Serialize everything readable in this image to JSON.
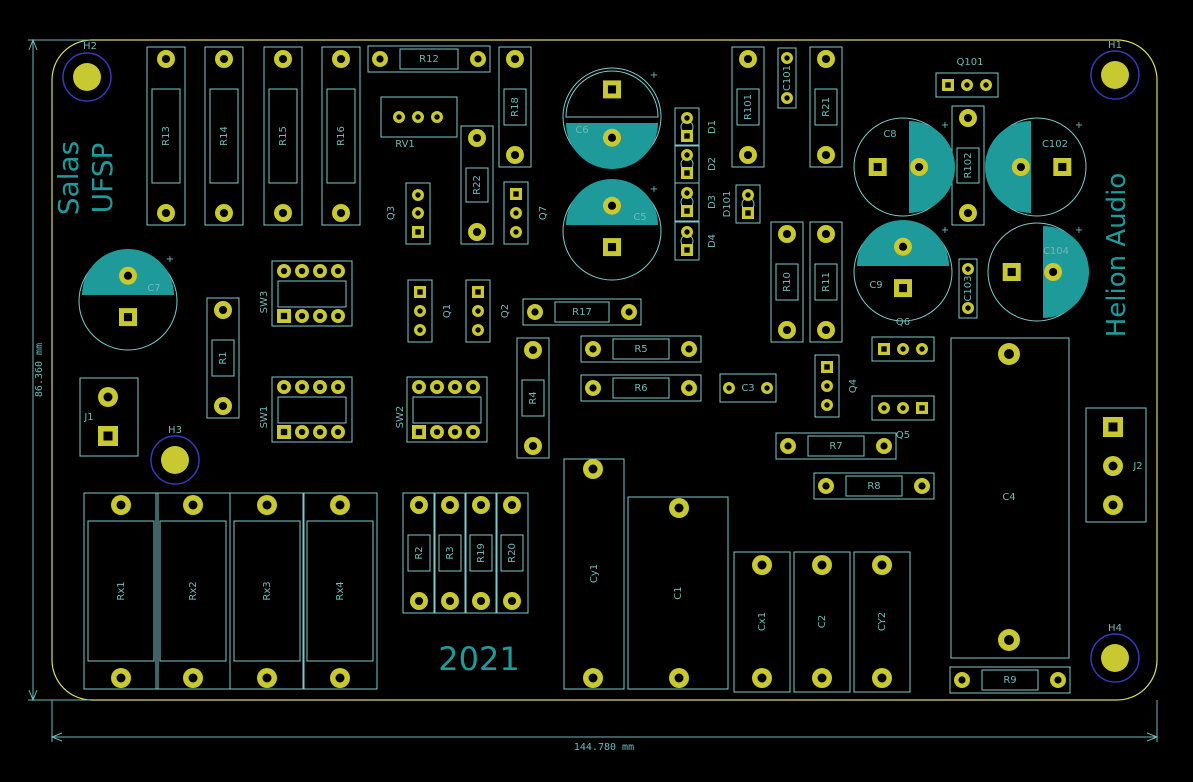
{
  "board": {
    "silk_lines": [
      "Salas",
      "UFSP"
    ],
    "brand": "Helion Audio",
    "year": "2021",
    "dim_width": "144.780 mm",
    "dim_height": "86.360 mm"
  },
  "colors": {
    "background": "#000000",
    "outline": "#d8d86a",
    "pad": "#c8c830",
    "fab": "#7fc9c9",
    "silkscreen": "#1f9a9a"
  },
  "holes": [
    "H1",
    "H2",
    "H3",
    "H4"
  ],
  "resistors_vertical": [
    "R13",
    "R14",
    "R15",
    "R16",
    "R18",
    "R101",
    "R21",
    "R22",
    "R102",
    "R1",
    "R10",
    "R11",
    "R4",
    "R2",
    "R3",
    "R19",
    "R20"
  ],
  "resistors_horizontal": [
    "R12",
    "R17",
    "R5",
    "R6",
    "R7",
    "R8",
    "R9"
  ],
  "electrolytics": [
    "C6",
    "C5",
    "C7",
    "C8",
    "C102",
    "C9",
    "C104"
  ],
  "film_caps": [
    "C4",
    "Cy1",
    "C1",
    "Cx1",
    "C2",
    "CY2",
    "Rx1",
    "Rx2",
    "Rx3",
    "Rx4"
  ],
  "small_caps": [
    "C3",
    "C101",
    "C103"
  ],
  "diodes": [
    "D1",
    "D2",
    "D3",
    "D4",
    "D101"
  ],
  "transistors": [
    "Q3",
    "Q7",
    "Q1",
    "Q2",
    "Q4",
    "Q6",
    "Q5",
    "Q101"
  ],
  "switches": [
    "SW3",
    "SW1",
    "SW2"
  ],
  "connectors": [
    "J1",
    "J2"
  ],
  "trimmer": "RV1"
}
